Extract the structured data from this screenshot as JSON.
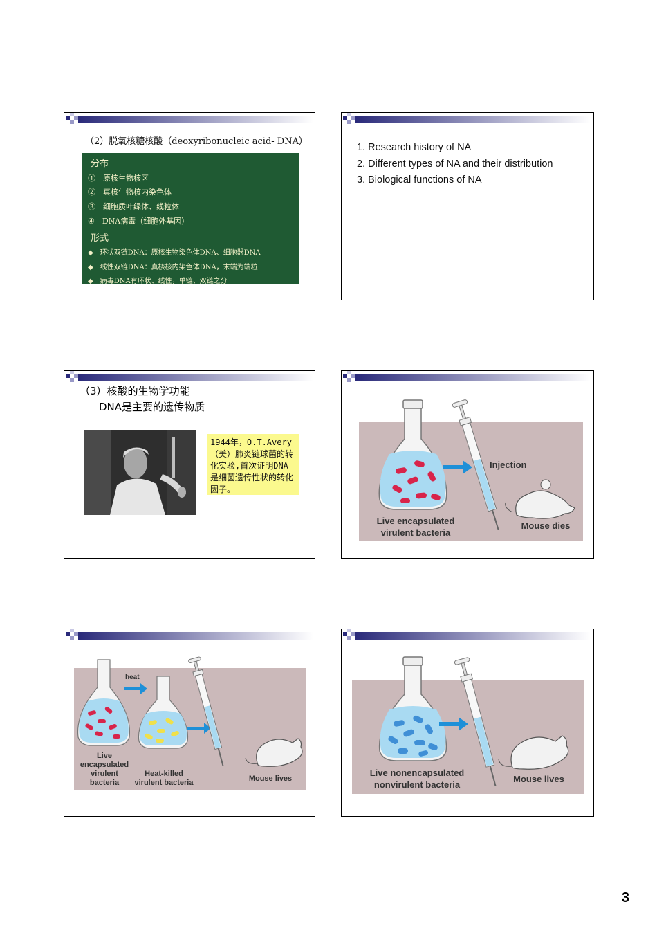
{
  "page_number": "3",
  "slides": {
    "s1": {
      "title": "（2）脱氧核糖核酸（deoxyribonucleic acid- DNA）",
      "box": {
        "h1": "分布",
        "l1": "①　原核生物核区",
        "l2": "②　真核生物核内染色体",
        "l3": "③　细胞质叶绿体、线粒体",
        "l4": "④　DNA病毒（细胞外基因）",
        "h2": "形式",
        "l5": "◆　环状双链DNA：原核生物染色体DNA、细胞器DNA",
        "l6": "◆　线性双链DNA：真核核内染色体DNA，末端为端粒",
        "l7": "◆　病毒DNA有环状、线性，单链、双链之分"
      }
    },
    "s2": {
      "items": [
        "1. Research history of NA",
        "2. Different types of NA and their distribution",
        "3. Biological functions of NA"
      ]
    },
    "s3": {
      "title": "（3）核酸的生物学功能",
      "subtitle": "DNA是主要的遗传物质",
      "note": "1944年，O.T.Avery（美）肺炎链球菌的转化实验,首次证明DNA是细菌遗传性状的转化因子。"
    },
    "s4": {
      "injection": "Injection",
      "bacteria_1": "Live encapsulated",
      "bacteria_2": "virulent bacteria",
      "result": "Mouse dies"
    },
    "s5": {
      "heat": "heat",
      "live_1": "Live",
      "live_2": "encapsulated",
      "live_3": "virulent",
      "live_4": "bacteria",
      "killed_1": "Heat-killed",
      "killed_2": "virulent bacteria",
      "result": "Mouse lives"
    },
    "s6": {
      "bacteria_1": "Live nonencapsulated",
      "bacteria_2": "nonvirulent bacteria",
      "result": "Mouse lives"
    }
  },
  "colors": {
    "header_bar": "#2a2a7a",
    "panel": "#cbb9ba",
    "virulent": "#d8244a",
    "killed": "#f0e04a",
    "nonvirulent": "#3f8fd6",
    "liquid": "#a9daf2",
    "arrow": "#1e90d8"
  }
}
